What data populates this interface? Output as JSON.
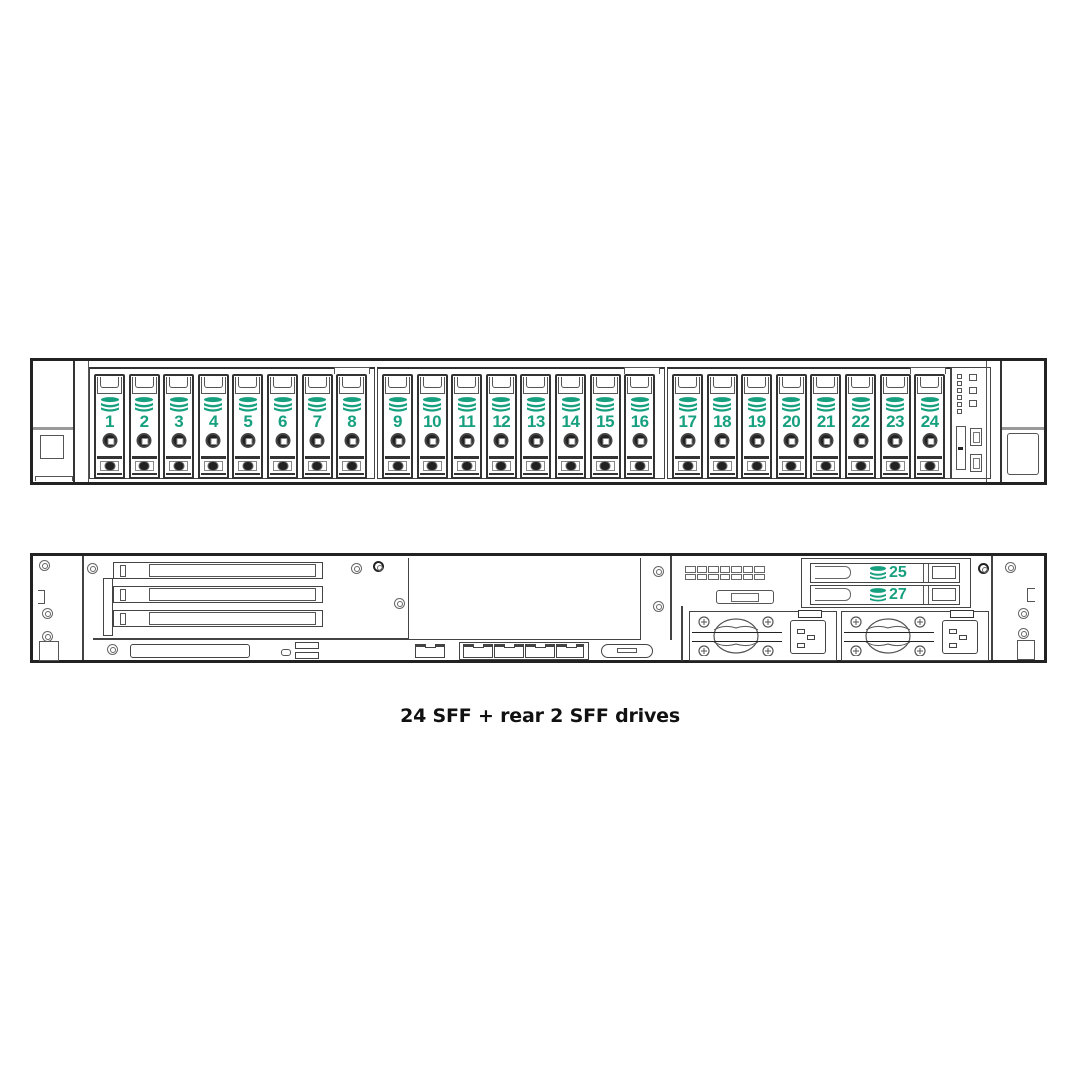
{
  "diagram": {
    "caption": "24 SFF + rear 2 SFF drives",
    "accent_color": "#17a07f",
    "front_panel": {
      "view": "front",
      "bay_groups": [
        {
          "name": "box-1",
          "drives": [
            "1",
            "2",
            "3",
            "4",
            "5",
            "6",
            "7",
            "8"
          ]
        },
        {
          "name": "box-2",
          "drives": [
            "9",
            "10",
            "11",
            "12",
            "13",
            "14",
            "15",
            "16"
          ]
        },
        {
          "name": "box-3",
          "drives": [
            "17",
            "18",
            "19",
            "20",
            "21",
            "22",
            "23",
            "24"
          ]
        }
      ],
      "drive_icon": "database-stack-icon",
      "control_panel": {
        "leds": 6,
        "usb_ports": 2
      }
    },
    "rear_panel": {
      "view": "rear",
      "pcie_slots": 3,
      "rear_drives": [
        {
          "label": "25",
          "icon": "database-stack-icon"
        },
        {
          "label": "27",
          "icon": "database-stack-icon"
        }
      ],
      "network_ports": {
        "ilo": 1,
        "embedded_rj45": 4
      },
      "vga_ports": 1,
      "usb_ports": 2,
      "power_supplies": 2
    }
  }
}
